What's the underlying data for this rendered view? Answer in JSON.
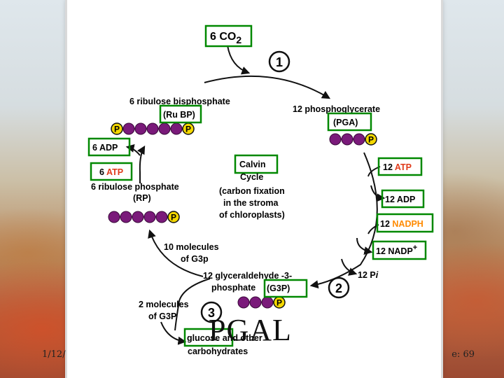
{
  "footer": {
    "date": "1/12/",
    "slide": "e: 69"
  },
  "overlay_label": "PGAL",
  "diagram": {
    "co2": {
      "main": "6 CO",
      "sub": "2"
    },
    "steps": [
      "1",
      "2",
      "3"
    ],
    "rubp": {
      "line1": "6 ribulose bisphosphate",
      "line2": "(Ru BP)"
    },
    "pga": {
      "line1": "12 phosphoglycerate",
      "line2": "(PGA)"
    },
    "adp6": "6 ADP",
    "atp6": {
      "num": "6",
      "label": "ATP"
    },
    "rp": {
      "line1": "6 ribulose phosphate",
      "line2": "(RP)"
    },
    "calvin": {
      "line1": "Calvin",
      "line2": "Cycle",
      "line3": "(carbon fixation",
      "line4": "in the stroma",
      "line5": "of chloroplasts)"
    },
    "atp12": {
      "num": "12",
      "label": "ATP"
    },
    "adp12": "12 ADP",
    "nadph": {
      "num": "12",
      "label": "NADPH"
    },
    "nadp": {
      "main": "12 NADP",
      "sup": "+"
    },
    "pi": {
      "main": "12 P",
      "sub": "i"
    },
    "g3p10": {
      "line1": "10 molecules",
      "line2": "of G3p"
    },
    "g3p12": {
      "line1": "12 glyceraldehyde -3-",
      "line2": "phosphate",
      "line3": "(G3P)"
    },
    "g3p2": {
      "line1": "2 molecules",
      "line2": "of G3P"
    },
    "glucose": {
      "word1": "glucose",
      "word2": "and other",
      "line2": "carbohydrates"
    },
    "phosphate_symbol": "P",
    "colors": {
      "ball": "#7a1a7a",
      "phosphate": "#f5d800",
      "highlight": "#ff7700",
      "box": "#008800",
      "text": "#111111"
    }
  }
}
